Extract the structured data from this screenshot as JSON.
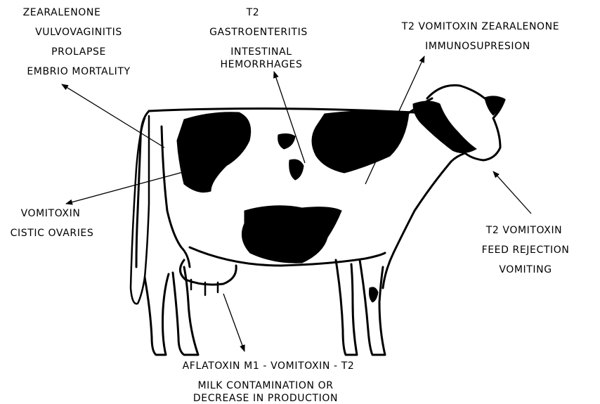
{
  "labels": {
    "reproductive": [
      "ZEARALENONE",
      "VULVOVAGINITIS",
      "PROLAPSE",
      "EMBRIO  MORTALITY"
    ],
    "intestinal": [
      "T2",
      "GASTROENTERITIS",
      "INTESTINAL",
      "HEMORRHAGES"
    ],
    "immune": [
      "T2   VOMITOXIN  ZEARALENONE",
      "IMMUNOSUPRESION"
    ],
    "ovaries": [
      "VOMITOXIN",
      "CISTIC  OVARIES"
    ],
    "feed": [
      "T2    VOMITOXIN",
      "FEED  REJECTION",
      "VOMITING"
    ],
    "milk": [
      "AFLATOXIN  M1  -  VOMITOXIN  -  T2",
      "MILK  CONTAMINATION   OR",
      "DECREASE  IN  PRODUCTION"
    ]
  }
}
